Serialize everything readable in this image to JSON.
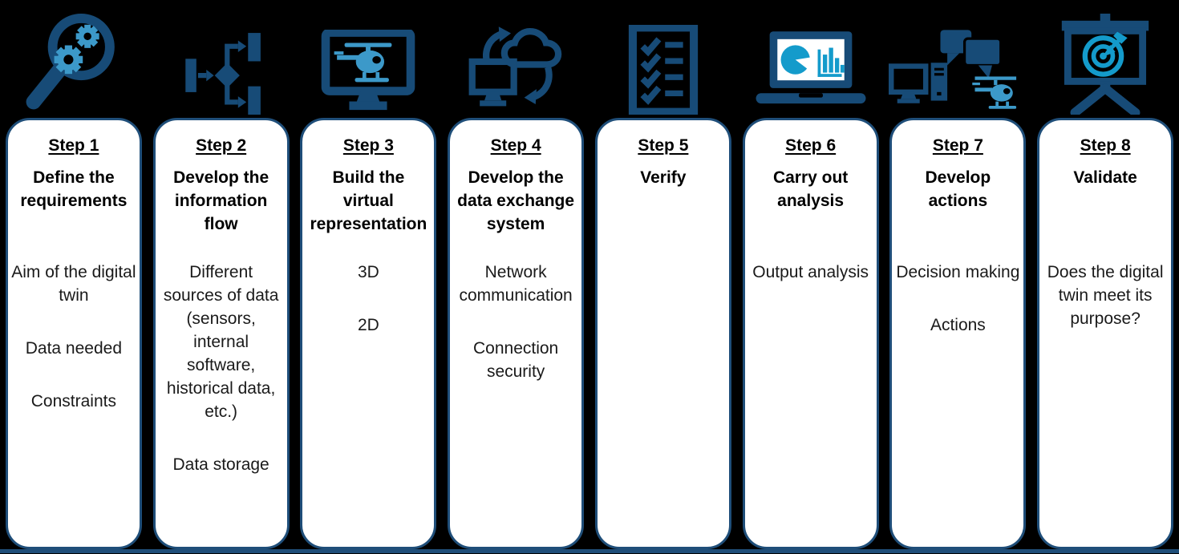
{
  "colors": {
    "background": "#000000",
    "card_background": "#FFFFFF",
    "card_border": "#1F4E79",
    "icon_navy": "#174B77",
    "icon_blue": "#3C99C9",
    "icon_cyan": "#149BCB",
    "body_text": "#1A1A1A",
    "heading_text": "#000000",
    "baseline_bar": "#1F4E79"
  },
  "steps": [
    {
      "label": "Step 1",
      "title": "Define the requirements",
      "icon": "magnifier-gears-icon",
      "items": [
        "Aim of the digital twin",
        "Data needed",
        "Constraints"
      ]
    },
    {
      "label": "Step 2",
      "title": "Develop the information flow",
      "icon": "flowchart-icon",
      "items": [
        "Different sources of data (sensors, internal software, historical data, etc.)",
        "Data storage"
      ]
    },
    {
      "label": "Step 3",
      "title": "Build the virtual representation",
      "icon": "monitor-helicopter-icon",
      "items": [
        "3D",
        "2D"
      ]
    },
    {
      "label": "Step 4",
      "title": "Develop the data exchange system",
      "icon": "cloud-sync-icon",
      "items": [
        "Network communication",
        "Connection security"
      ]
    },
    {
      "label": "Step 5",
      "title": "Verify",
      "icon": "checklist-icon",
      "items": []
    },
    {
      "label": "Step 6",
      "title": "Carry out analysis",
      "icon": "laptop-charts-icon",
      "items": [
        "Output analysis"
      ]
    },
    {
      "label": "Step 7",
      "title": "Develop actions",
      "icon": "computer-chat-helicopter-icon",
      "items": [
        "Decision making",
        "Actions"
      ]
    },
    {
      "label": "Step 8",
      "title": "Validate",
      "icon": "presentation-target-icon",
      "items": [
        "Does the digital twin meet its purpose?"
      ]
    }
  ]
}
